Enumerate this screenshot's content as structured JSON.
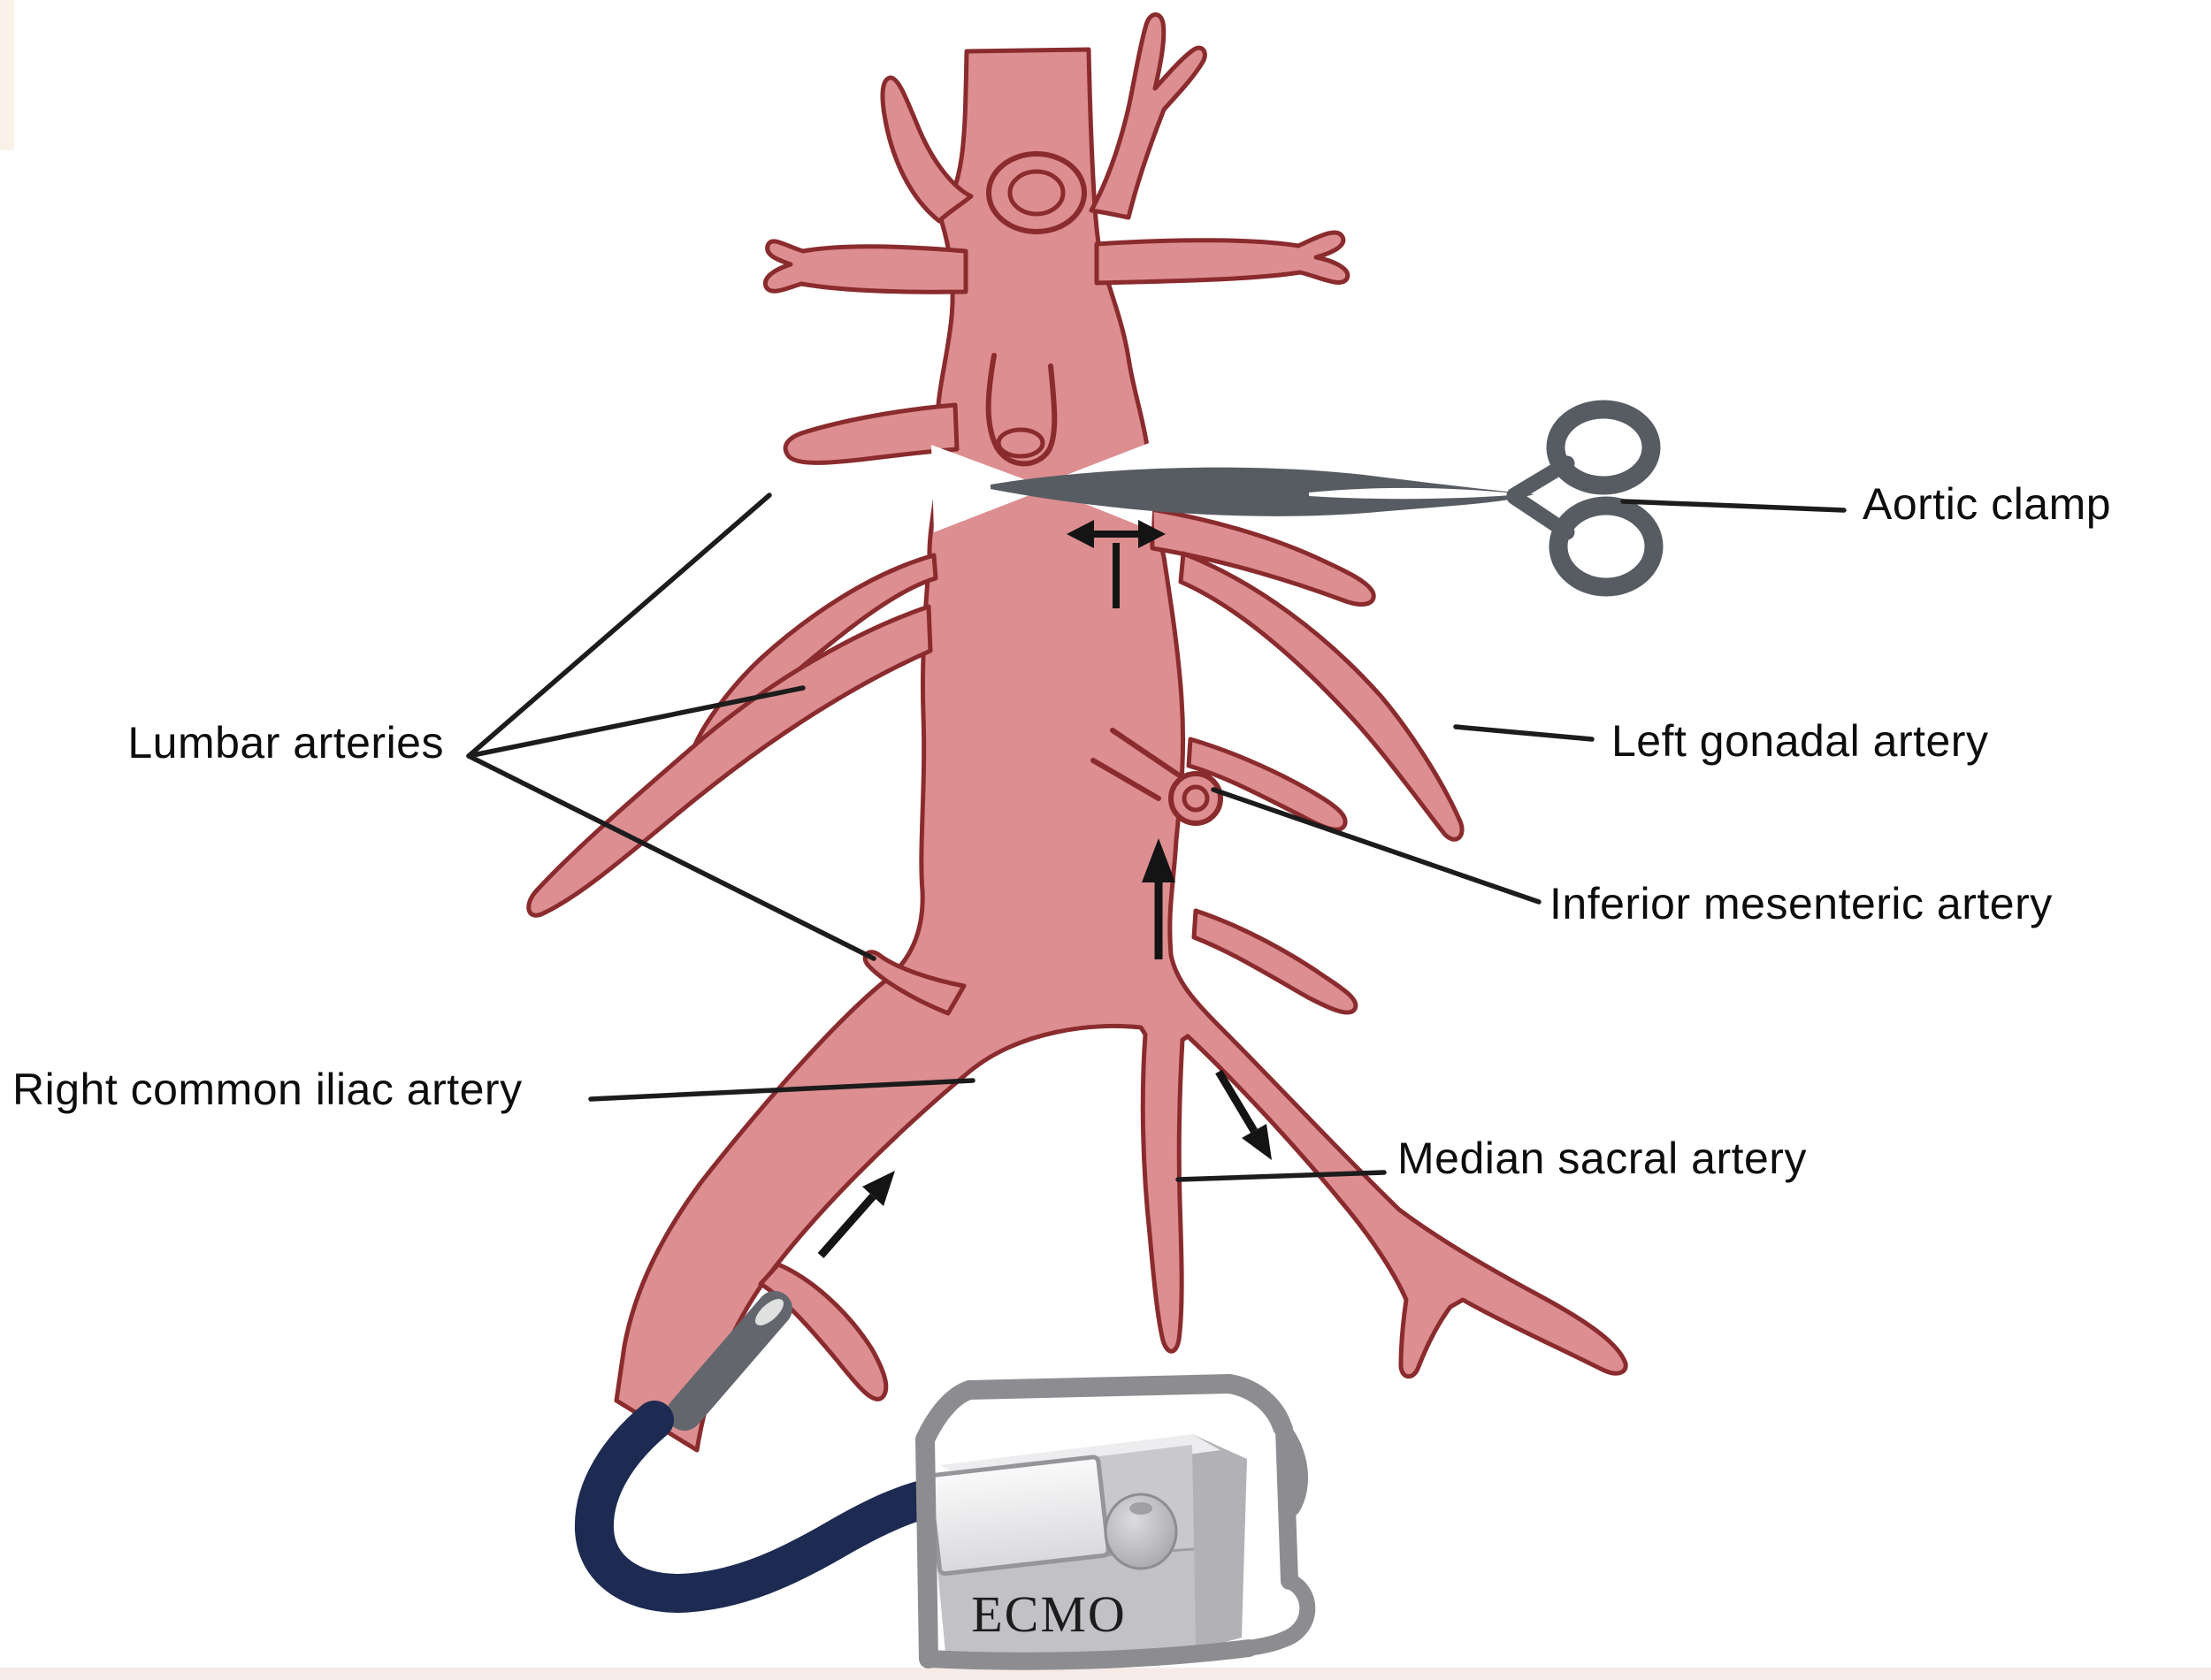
{
  "figure": {
    "type": "anatomical-diagram",
    "subject": "Aorta with ECMO cannulation and aortic cross-clamp"
  },
  "labels": {
    "aortic_clamp": "Aortic clamp",
    "lumbar_arteries": "Lumbar arteries",
    "left_gonadal_artery": "Left gonadal artery",
    "inferior_mesenteric_artery": "Inferior mesenteric artery",
    "right_common_iliac_artery": "Right common iliac artery",
    "median_sacral_artery": "Median sacral artery"
  },
  "machine": {
    "label": "ECMO"
  },
  "icons": {
    "clamp_icon": "scissors-clamp",
    "flow_arrows": [
      "up-arrow-aorta",
      "split-arrow-below-clamp",
      "up-right-arrow-right-iliac",
      "down-right-arrow-left-iliac"
    ]
  },
  "colors": {
    "artery_fill": "#dd8e90",
    "artery_outline": "#8a2b2e",
    "clamp_gray": "#575c63",
    "cannula_gray": "#63666c",
    "tube_navy": "#1d2a52",
    "machine_body": "#c9c9cc",
    "machine_frame": "#8d8d91",
    "machine_screen": "#f2f2f3",
    "label_text": "#0d0d0d",
    "leader_line": "#1c1c1c",
    "arrow_black": "#141414",
    "bottom_strip": "#f7ebe7"
  }
}
